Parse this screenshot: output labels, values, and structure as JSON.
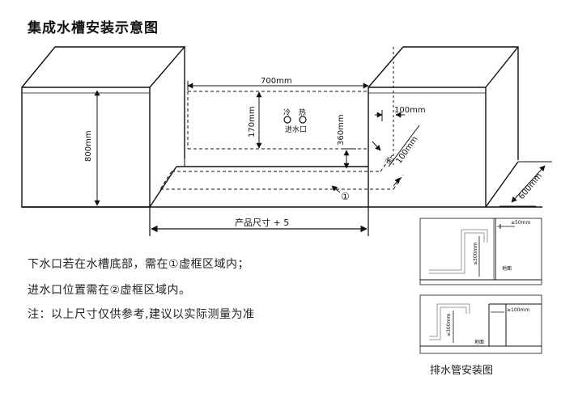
{
  "title": "集成水槽安装示意图",
  "dimensions": {
    "width_700": "700mm",
    "height_800": "800mm",
    "height_170": "170mm",
    "height_360": "360mm",
    "offset_100_top": "100mm",
    "offset_100_diag": "100mm",
    "depth_600": "600mm",
    "product_size": "产品尺寸 + 5"
  },
  "labels": {
    "cold": "冷",
    "hot": "热",
    "water_inlet": "进水口",
    "zone1": "①",
    "zone2": "②"
  },
  "notes": [
    "下水口若在水槽底部，需在①虚框区域内；",
    "进水口位置需在②虚框区域内。",
    "注：以上尺寸仅供参考,建议以实际测量为准"
  ],
  "drain_diagram": {
    "caption": "排水管安装图",
    "top": {
      "gap": "≥50mm",
      "height": "≤300mm",
      "floor": "地面"
    },
    "bottom": {
      "gap": "≥100mm",
      "height": "≤300mm",
      "floor": "地面"
    }
  }
}
